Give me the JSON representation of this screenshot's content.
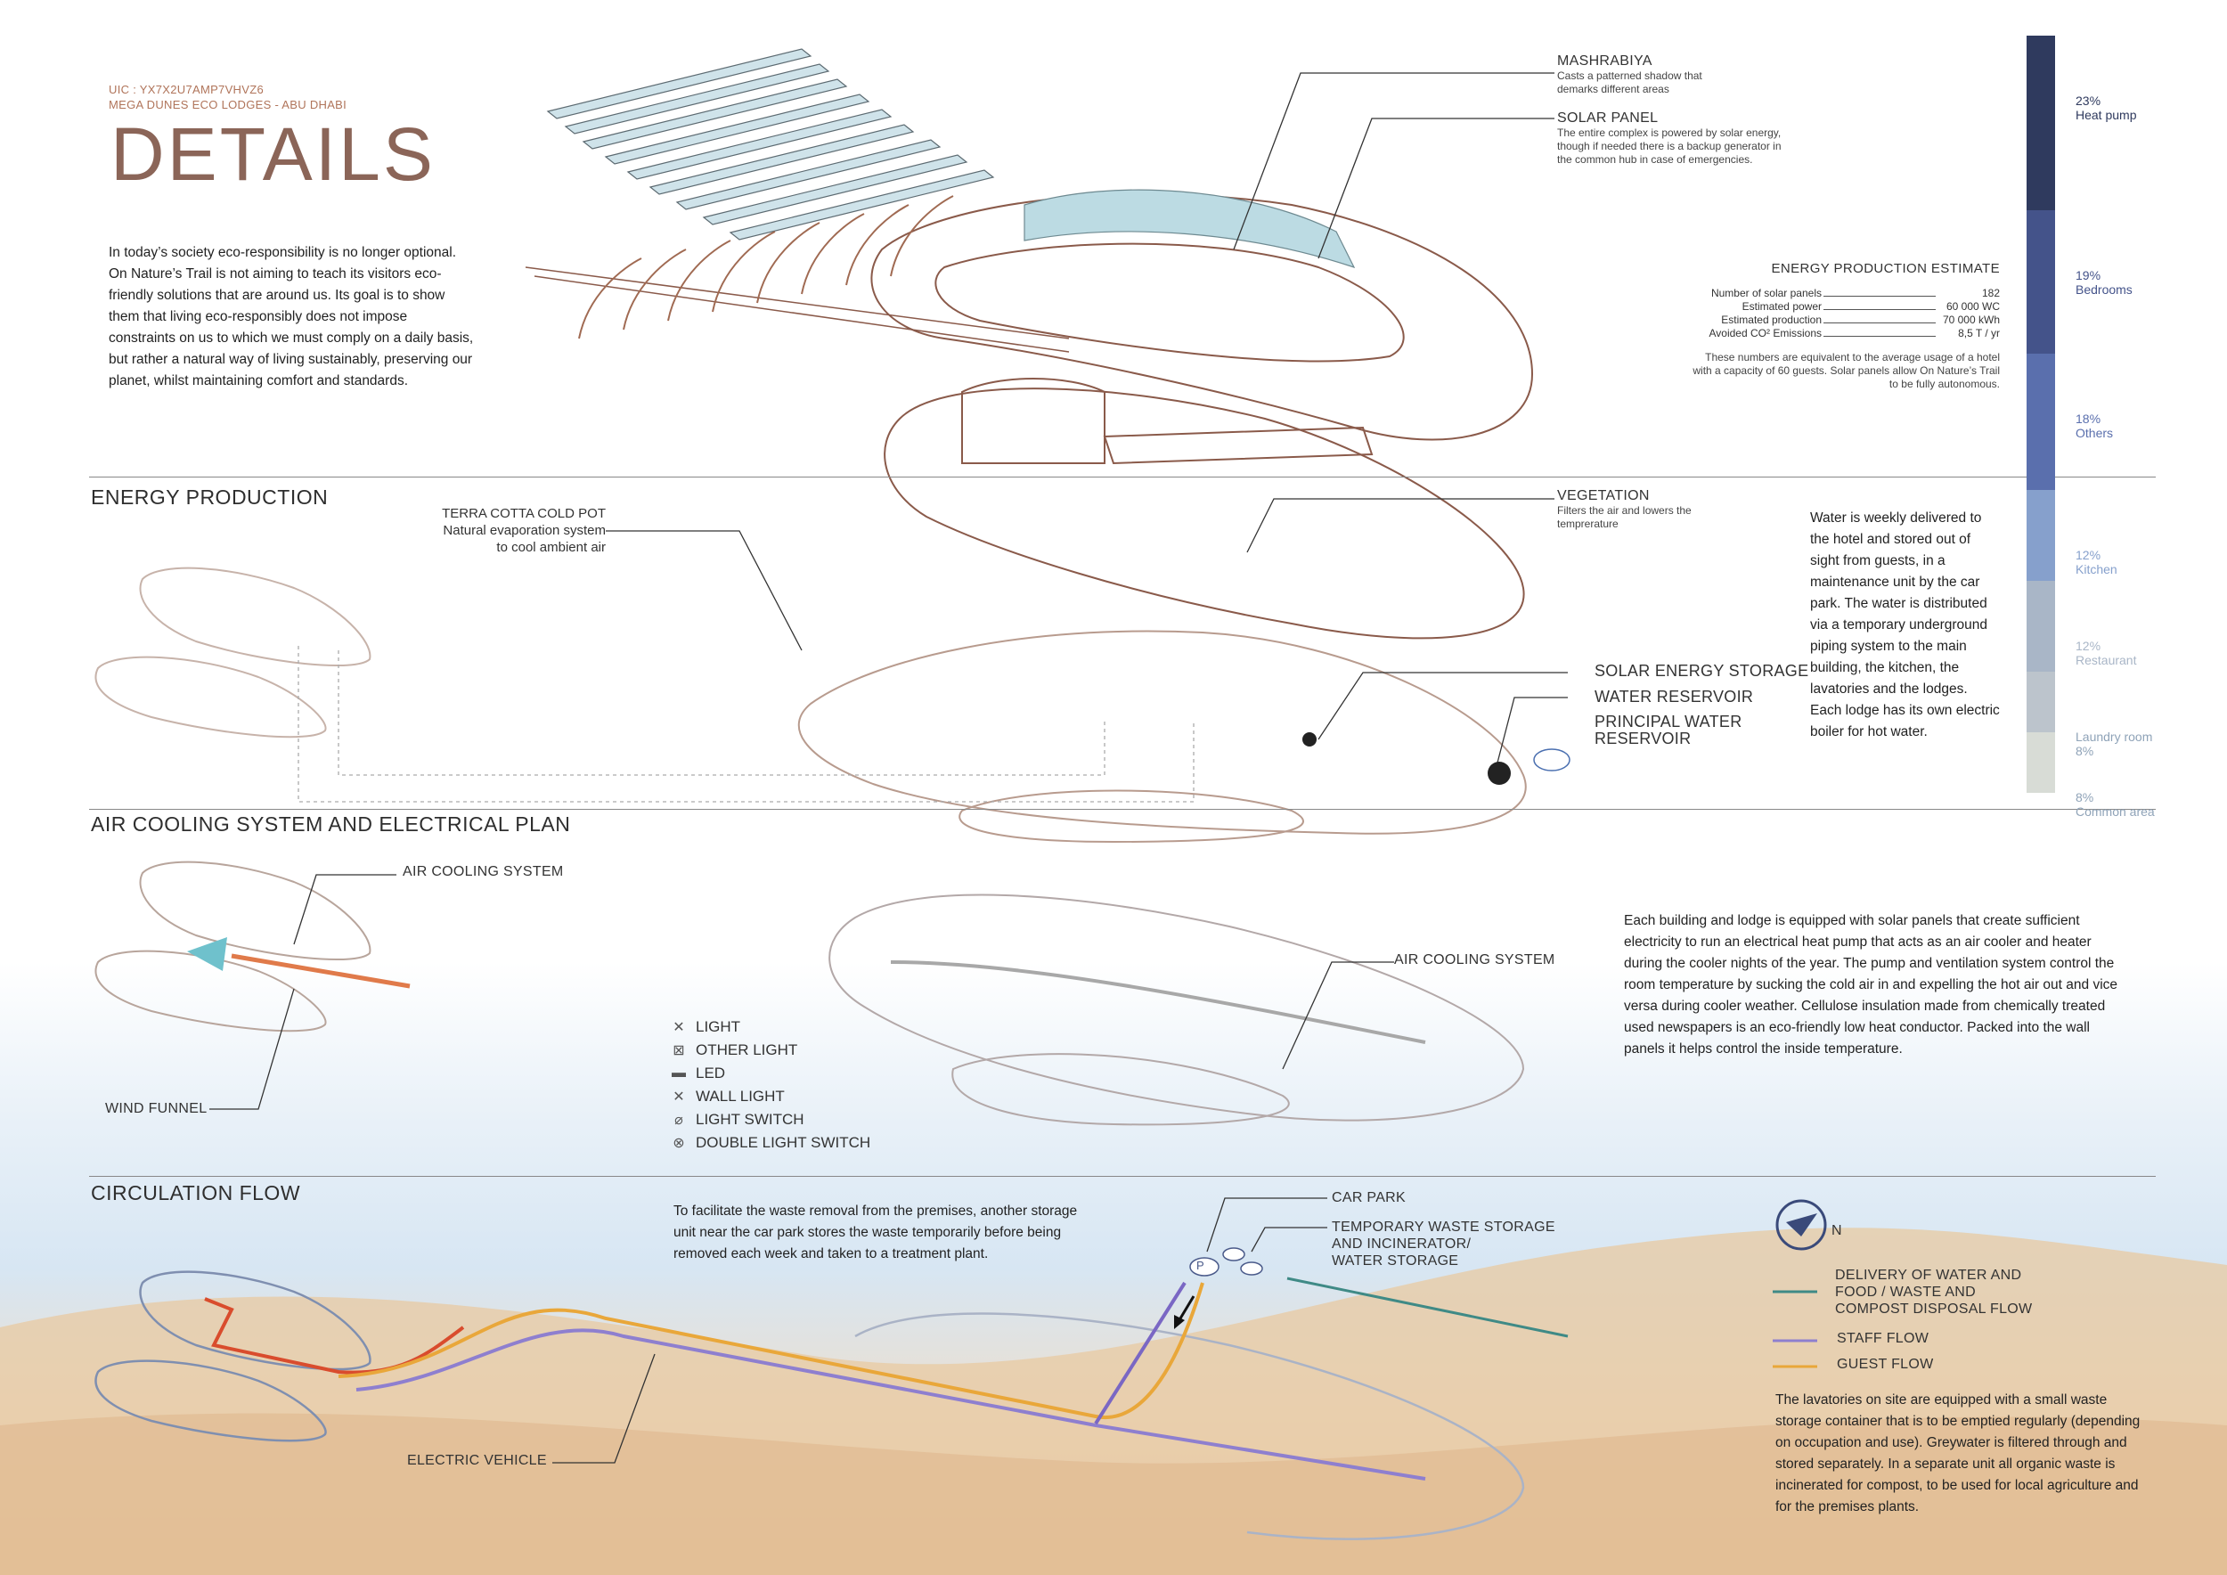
{
  "header": {
    "uic": "UIC : YX7X2U7AMP7VHVZ6",
    "project": "MEGA DUNES ECO LODGES - ABU DHABI",
    "title": "DETAILS"
  },
  "intro": "In today’s society eco-responsibility is no longer optional. On Nature’s Trail is not aiming to teach its visitors eco-friendly solutions that are around us. Its goal is to show them that living eco-responsibly does not impose constraints on us to which we must comply on a daily basis, but rather a natural way of living sustainably, preserving our planet, whilst maintaining comfort and standards.",
  "sections": {
    "energy": "ENERGY PRODUCTION",
    "air": "AIR COOLING SYSTEM AND ELECTRICAL PLAN",
    "circulation": "CIRCULATION FLOW"
  },
  "callouts": {
    "mashrabiya": {
      "title": "MASHRABIYA",
      "text": "Casts a patterned shadow that demarks  different areas"
    },
    "solar_panel": {
      "title": "SOLAR PANEL",
      "text": "The entire complex is powered by solar energy, though if needed there is a backup generator in the common hub in case of emergencies."
    },
    "vegetation": {
      "title": "VEGETATION",
      "text": "Filters the air and lowers the temprerature"
    },
    "terracotta": {
      "title": "TERRA COTTA COLD POT",
      "line1": "Natural evaporation system",
      "line2": "to cool ambient air"
    },
    "solar_storage": "SOLAR ENERGY STORAGE",
    "water_reservoir": "WATER RESERVOIR",
    "principal_water_1": "PRINCIPAL WATER",
    "principal_water_2": "RESERVOIR",
    "air_cooling_left": "AIR COOLING SYSTEM",
    "air_cooling_right": "AIR COOLING SYSTEM",
    "wind_funnel": "WIND FUNNEL",
    "electric_vehicle": "ELECTRIC VEHICLE",
    "car_park": "CAR PARK",
    "temp_waste_1": "TEMPORARY WASTE STORAGE",
    "temp_waste_2": "AND INCINERATOR/",
    "temp_waste_3": "WATER STORAGE"
  },
  "energy_estimate": {
    "title": "ENERGY PRODUCTION ESTIMATE",
    "rows": [
      {
        "label": "Number of solar panels",
        "value": "182"
      },
      {
        "label": "Estimated power",
        "value": "60 000 WC"
      },
      {
        "label": "Estimated production",
        "value": "70 000 kWh"
      },
      {
        "label": "Avoided CO² Emissions",
        "value": "8,5 T / yr"
      }
    ],
    "note": "These numbers are equivalent to the average usage of a hotel with a capacity of 60 guests. Solar panels allow On Nature’s Trail to be fully autonomous."
  },
  "water_text": "Water is weekly delivered to the hotel and stored out of sight from guests, in a maintenance unit by the car park. The water is distributed via a temporary underground piping system to the main building, the kitchen, the lavatories and the lodges. Each lodge has its own electric boiler for hot water.",
  "air_text": "Each building and lodge is equipped with solar panels that create sufficient electricity to run an electrical heat pump that acts as an air cooler and heater during the cooler nights of the year. The pump and ventilation system control the room temperature by sucking the cold air in and expelling the hot air out and vice versa during cooler weather. Cellulose insulation made from chemically treated used newspapers is an eco-friendly low heat conductor. Packed into the wall panels it helps control the inside temperature.",
  "waste_text": "To facilitate the waste removal from the premises, another storage unit near the car park stores the waste temporarily before being removed each week and taken to a treatment plant.",
  "lavatory_text": "The lavatories on site are equipped with a small waste storage container that is to be emptied regularly (depending on occupation and use). Greywater is filtered through and stored separately. In a separate unit all organic waste is incinerated for compost, to be used for local agriculture and for the premises plants.",
  "light_legend": [
    {
      "icon": "light-icon",
      "label": "LIGHT"
    },
    {
      "icon": "other-light-icon",
      "label": "OTHER LIGHT"
    },
    {
      "icon": "led-icon",
      "label": "LED"
    },
    {
      "icon": "wall-light-icon",
      "label": "WALL LIGHT"
    },
    {
      "icon": "light-switch-icon",
      "label": "LIGHT SWITCH"
    },
    {
      "icon": "double-light-switch-icon",
      "label": "DOUBLE LIGHT SWITCH"
    }
  ],
  "flow_legend": {
    "north": "N",
    "delivery_1": "DELIVERY OF WATER AND",
    "delivery_2": "FOOD / WASTE AND",
    "delivery_3": "COMPOST DISPOSAL FLOW",
    "staff": "STAFF FLOW",
    "guest": "GUEST FLOW",
    "colors": {
      "delivery": "#3f8a86",
      "staff": "#8e7fcf",
      "guest": "#e9a73a"
    }
  },
  "energy_share": {
    "segments": [
      {
        "pct": "23%",
        "label": "Heat pump",
        "value": 23,
        "color": "#2f3a5e"
      },
      {
        "pct": "19%",
        "label": "Bedrooms",
        "value": 19,
        "color": "#44538a"
      },
      {
        "pct": "18%",
        "label": "Others",
        "value": 18,
        "color": "#5a6fad"
      },
      {
        "pct": "12%",
        "label": "Kitchen",
        "value": 12,
        "color": "#86a0cc"
      },
      {
        "pct": "12%",
        "label": "Restaurant",
        "value": 12,
        "color": "#a9b6c7"
      },
      {
        "pct": "8%",
        "label": "Laundry room",
        "value": 8,
        "color": "#bcc4cc"
      },
      {
        "pct": "8%",
        "label": "Common area",
        "value": 8,
        "color": "#d8dcd6"
      }
    ]
  },
  "parking_symbol": "P"
}
